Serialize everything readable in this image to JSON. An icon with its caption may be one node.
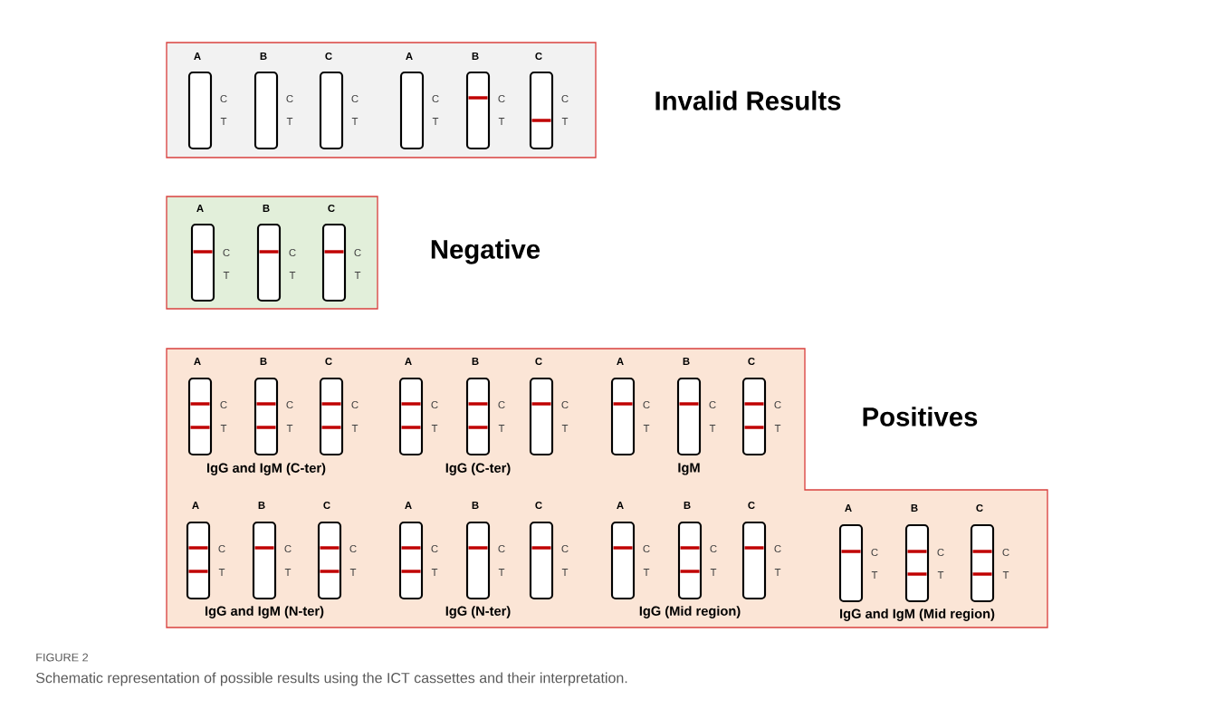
{
  "diagram": {
    "caption": "Schematic representation of possible results using the ICT cassettes and their interpretation.",
    "nodes": [
      {
        "text": [],
        "shape": "box",
        "beside": [
          "Invalid Results"
        ]
      },
      {
        "text": [
          "A"
        ],
        "beside": [
          "C",
          "T"
        ],
        "in": 0
      },
      {
        "text": [
          "B"
        ],
        "beside": [
          "C",
          "T"
        ],
        "in": 0
      },
      {
        "text": [
          "C"
        ],
        "beside": [
          "C",
          "T"
        ],
        "in": 0
      },
      {
        "text": [
          "A"
        ],
        "beside": [
          "C",
          "T"
        ],
        "in": 0
      },
      {
        "text": [
          "B"
        ],
        "beside": [
          "C",
          "T"
        ],
        "in": 0
      },
      {
        "text": [
          "C"
        ],
        "beside": [
          "C",
          "T"
        ],
        "in": 0
      },
      {
        "text": [],
        "shape": "box",
        "beside": [
          "Negative"
        ]
      },
      {
        "text": [
          "A"
        ],
        "beside": [
          "C",
          "T"
        ],
        "in": 7
      },
      {
        "text": [
          "B"
        ],
        "beside": [
          "C",
          "T"
        ],
        "in": 7
      },
      {
        "text": [
          "C"
        ],
        "beside": [
          "C",
          "T"
        ],
        "in": 7
      },
      {
        "text": [],
        "shape": "box",
        "beside": [
          "Positives"
        ]
      },
      {
        "text": [
          "A"
        ],
        "beside": [
          "C",
          "T"
        ],
        "in": 11
      },
      {
        "text": [
          "B"
        ],
        "beside": [
          "C",
          "T"
        ],
        "in": 11
      },
      {
        "text": [
          "C"
        ],
        "beside": [
          "C",
          "T"
        ],
        "in": 11
      },
      {
        "text": [
          "A"
        ],
        "beside": [
          "C",
          "T"
        ],
        "in": 11
      },
      {
        "text": [
          "B"
        ],
        "beside": [
          "C",
          "T"
        ],
        "in": 11
      },
      {
        "text": [
          "C"
        ],
        "beside": [
          "C",
          "T"
        ],
        "in": 11
      },
      {
        "text": [
          "A"
        ],
        "beside": [
          "C",
          "T"
        ],
        "in": 11
      },
      {
        "text": [
          "B"
        ],
        "beside": [
          "C",
          "T"
        ],
        "in": 11
      },
      {
        "text": [
          "C"
        ],
        "beside": [
          "C",
          "T"
        ],
        "in": 11
      },
      {
        "text": [
          "A"
        ],
        "beside": [
          "C",
          "T"
        ],
        "in": 11
      },
      {
        "text": [
          "B"
        ],
        "beside": [
          "C",
          "T"
        ],
        "in": 11
      },
      {
        "text": [
          "C"
        ],
        "beside": [
          "C",
          "T"
        ],
        "in": 11
      },
      {
        "text": [
          "A"
        ],
        "beside": [
          "C",
          "T"
        ],
        "in": 11
      },
      {
        "text": [
          "B"
        ],
        "beside": [
          "C",
          "T"
        ],
        "in": 11
      },
      {
        "text": [
          "C"
        ],
        "beside": [
          "C",
          "T"
        ],
        "in": 11
      },
      {
        "text": [
          "A"
        ],
        "beside": [
          "C",
          "T"
        ],
        "in": 11
      },
      {
        "text": [
          "B"
        ],
        "beside": [
          "C",
          "T"
        ],
        "in": 11
      },
      {
        "text": [
          "C"
        ],
        "beside": [
          "C",
          "T"
        ],
        "in": 11
      },
      {
        "text": [
          "A"
        ],
        "beside": [
          "C",
          "T"
        ],
        "in": 11
      },
      {
        "text": [
          "B"
        ],
        "beside": [
          "C",
          "T"
        ],
        "in": 11
      },
      {
        "text": [
          "C"
        ],
        "beside": [
          "C",
          "T"
        ],
        "in": 11
      }
    ],
    "labels": [
      "IgG and IgM (C-ter)",
      "IgG (C-ter)",
      "IgM",
      "IgG and IgM (N-ter)",
      "IgG (N-ter)",
      "IgG (Mid region)",
      "IgG and IgM (Mid region)",
      "FIGURE 2"
    ]
  }
}
